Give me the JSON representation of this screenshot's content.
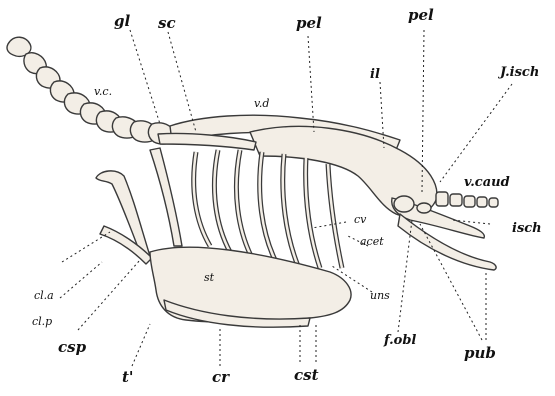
{
  "labels": {
    "gl": "gl",
    "sc": "sc",
    "pel_left": "pel",
    "pel_right": "pel",
    "vc": "v.c.",
    "vd": "v.d",
    "il": "il",
    "jisch": "J.isch",
    "vcaud": "v.caud",
    "isch": "isch",
    "cv": "cv",
    "acet": "acet",
    "uns": "uns",
    "st": "st",
    "cla": "cl.a",
    "clp": "cl.p",
    "csp": "csp",
    "tprime": "t'",
    "cr": "cr",
    "cst": "cst",
    "fobl": "f.obl",
    "pub": "pub"
  },
  "colors": {
    "bone_fill": "#f3eee6",
    "bone_line": "#3a3a3a",
    "leader": "#222222"
  }
}
